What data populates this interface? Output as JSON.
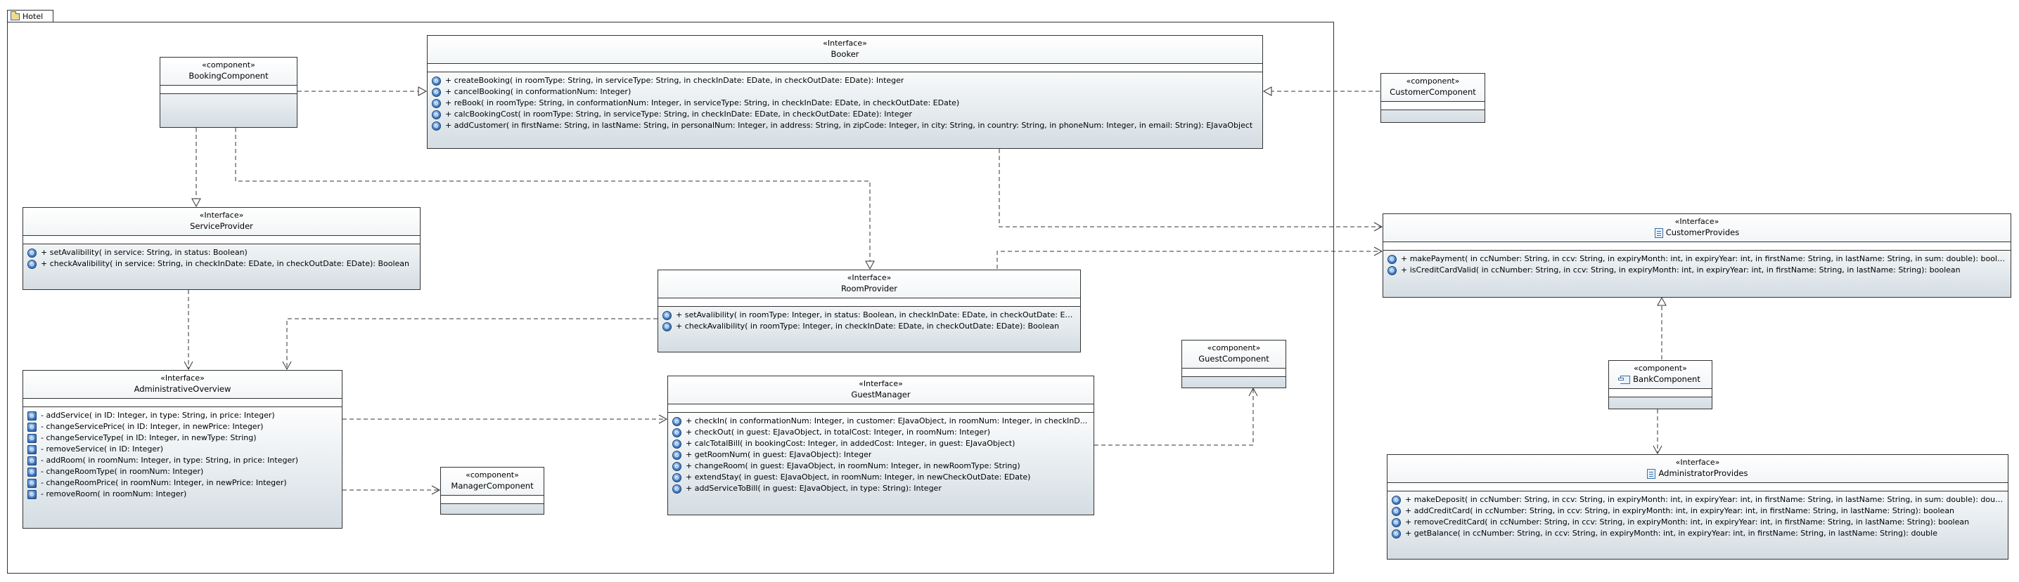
{
  "package": {
    "name": "Hotel"
  },
  "boxes": {
    "booking_component": {
      "stereotype": "«component»",
      "name": "BookingComponent",
      "ops": []
    },
    "booker": {
      "stereotype": "«Interface»",
      "name": "Booker",
      "ops": [
        "+ createBooking(  in roomType: String,   in serviceType: String,   in checkInDate: EDate,   in checkOutDate: EDate): Integer",
        "+ cancelBooking(  in conformationNum: Integer)",
        "+ reBook(  in roomType: String,   in conformationNum: Integer,   in serviceType: String,   in checkInDate: EDate,   in checkOutDate: EDate)",
        "+ calcBookingCost(  in roomType: String,   in serviceType: String,   in checkInDate: EDate,   in checkOutDate: EDate): Integer",
        "+ addCustomer(  in firstName: String,   in lastName: String,   in personalNum: Integer,   in address: String,   in zipCode: Integer,   in city: String,   in country: String,   in phoneNum: Integer,   in email: String): EJavaObject"
      ]
    },
    "customer_component": {
      "stereotype": "«component»",
      "name": "CustomerComponent",
      "ops": []
    },
    "service_provider": {
      "stereotype": "«Interface»",
      "name": "ServiceProvider",
      "ops": [
        "+ setAvalibility(  in service: String,   in status: Boolean)",
        "+ checkAvalibility(  in service: String,   in checkInDate: EDate,   in checkOutDate: EDate): Boolean"
      ]
    },
    "room_provider": {
      "stereotype": "«Interface»",
      "name": "RoomProvider",
      "ops": [
        "+ setAvalibility(  in roomType: Integer,   in status: Boolean,   in checkInDate: EDate,   in checkOutDate: EDate)",
        "+ checkAvalibility(  in roomType: Integer,   in checkInDate: EDate,   in checkOutDate: EDate): Boolean"
      ]
    },
    "customer_provides": {
      "stereotype": "«Interface»",
      "name": "CustomerProvides",
      "ops": [
        "+ makePayment(  in ccNumber: String,   in ccv: String,   in expiryMonth: int,   in expiryYear: int,   in firstName: String,   in lastName: String,   in sum: double): boolean",
        "+ isCreditCardValid(  in ccNumber: String,   in ccv: String,   in expiryMonth: int,   in expiryYear: int,   in firstName: String,   in lastName: String): boolean"
      ]
    },
    "guest_component": {
      "stereotype": "«component»",
      "name": "GuestComponent",
      "ops": []
    },
    "administrative_overview": {
      "stereotype": "«Interface»",
      "name": "AdministrativeOverview",
      "ops": [
        "- addService(  in ID: Integer,   in type: String,   in price: Integer)",
        "- changeServicePrice(  in ID: Integer,   in newPrice: Integer)",
        "- changeServiceType(  in ID: Integer,   in newType: String)",
        "- removeService(  in ID: Integer)",
        "- addRoom(  in roomNum: Integer,   in type: String,   in price: Integer)",
        "- changeRoomType(  in roomNum: Integer)",
        "- changeRoomPrice(  in roomNum: Integer,   in newPrice: Integer)",
        "- removeRoom(  in roomNum: Integer)"
      ]
    },
    "guest_manager": {
      "stereotype": "«Interface»",
      "name": "GuestManager",
      "ops": [
        "+ checkIn(  in conformationNum: Integer,   in customer: EJavaObject,   in roomNum: Integer,   in checkInD...",
        "+ checkOut(  in guest: EJavaObject,   in totalCost: Integer,   in roomNum: Integer)",
        "+ calcTotalBill(  in bookingCost: Integer,   in addedCost: Integer,   in guest: EJavaObject)",
        "+ getRoomNum(  in guest: EJavaObject): Integer",
        "+ changeRoom(  in guest: EJavaObject,   in roomNum: Integer,   in newRoomType: String)",
        "+ extendStay(  in guest: EJavaObject,   in roomNum: Integer,   in newCheckOutDate: EDate)",
        "+ addServiceToBill(  in guest: EJavaObject,   in type: String): Integer"
      ]
    },
    "manager_component": {
      "stereotype": "«component»",
      "name": "ManagerComponent",
      "ops": []
    },
    "bank_component": {
      "stereotype": "«component»",
      "name": "BankComponent",
      "ops": []
    },
    "administrator_provides": {
      "stereotype": "«Interface»",
      "name": "AdministratorProvides",
      "ops": [
        "+ makeDeposit(  in ccNumber: String,   in ccv: String,   in expiryMonth: int,   in expiryYear: int,   in firstName: String,   in lastName: String,   in sum: double): double",
        "+ addCreditCard(  in ccNumber: String,   in ccv: String,   in expiryMonth: int,   in expiryYear: int,   in firstName: String,   in lastName: String): boolean",
        "+ removeCreditCard(  in ccNumber: String,   in ccv: String,   in expiryMonth: int,   in expiryYear: int,   in firstName: String,   in lastName: String): boolean",
        "+ getBalance(  in ccNumber: String,   in ccv: String,   in expiryMonth: int,   in expiryYear: int,   in firstName: String,   in lastName: String): double"
      ]
    }
  },
  "colors": {
    "line": "#333333",
    "fill_bottom": "#d4dde3",
    "icon": "#4d86c9"
  }
}
